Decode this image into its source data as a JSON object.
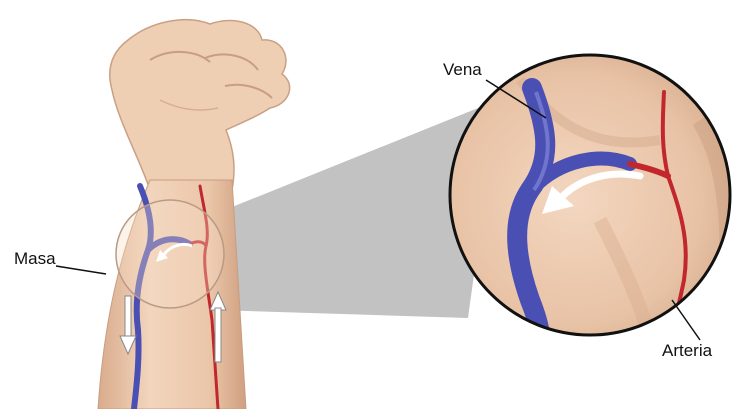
{
  "labels": {
    "masa": "Masa",
    "vena": "Vena",
    "arteria": "Arteria"
  },
  "colors": {
    "skin_light": "#f0d2b8",
    "skin_mid": "#e2b898",
    "skin_shadow": "#c99d80",
    "vein": "#4a4fb3",
    "artery": "#c1272d",
    "magnifier_cone": "#bdbdbd",
    "outline": "#111111",
    "arrow": "#ffffff"
  },
  "icons": {
    "flow_down": "arrow-down-icon",
    "flow_up": "arrow-up-icon",
    "curved_flow": "curved-arrow-icon"
  }
}
